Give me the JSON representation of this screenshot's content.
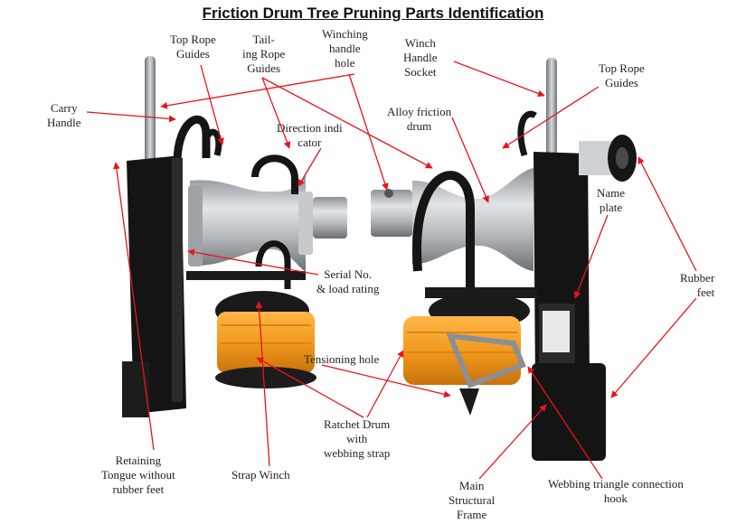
{
  "title": "Friction Drum Tree Pruning Parts Identification",
  "labels": {
    "top_rope_guides_left": [
      "Top Rope",
      "Guides"
    ],
    "tailing_rope_guides": [
      "Tail-",
      "ing Rope",
      "Guides"
    ],
    "winching_handle_hole": [
      "Winching",
      "handle",
      "hole"
    ],
    "winch_handle_socket": [
      "Winch",
      "Handle",
      "Socket"
    ],
    "top_rope_guides_right": [
      "Top Rope",
      "Guides"
    ],
    "carry_handle": [
      "Carry",
      "Handle"
    ],
    "direction_indicator": [
      "Direction indi",
      "cator"
    ],
    "alloy_friction_drum": [
      "Alloy friction",
      "drum"
    ],
    "name_plate": [
      "Name",
      "plate"
    ],
    "serial_no": [
      "Serial No.",
      "& load rating"
    ],
    "rubber_feet": [
      "Rubber",
      "feet"
    ],
    "tensioning_hole": [
      "Tensioning hole"
    ],
    "ratchet_drum": [
      "Ratchet Drum",
      "with",
      "webbing strap"
    ],
    "retaining_tongue": [
      "Retaining",
      "Tongue without",
      "rubber feet"
    ],
    "strap_winch": [
      "Strap Winch"
    ],
    "main_structural_frame": [
      "Main",
      "Structural",
      "Frame"
    ],
    "webbing_triangle_hook": [
      "Webbing triangle connection",
      "hook"
    ]
  },
  "colors": {
    "arrow": "#e8141c",
    "frame": "#141414",
    "drum": "#b8bcc0",
    "strap": "#f29a1e"
  }
}
